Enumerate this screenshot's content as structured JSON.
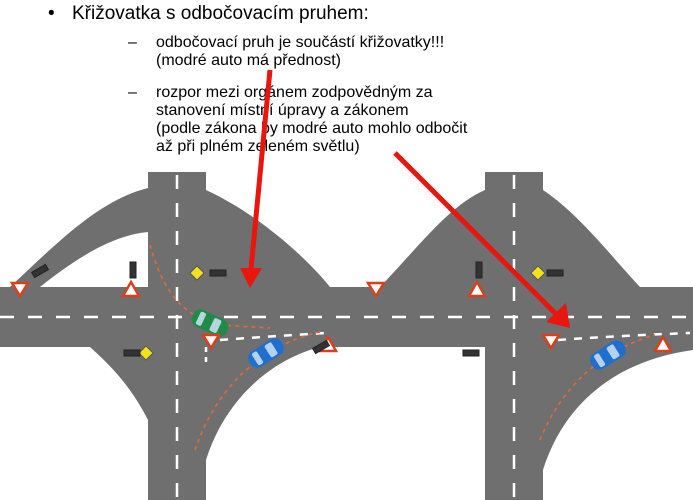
{
  "heading": {
    "bullet": "•",
    "text": "Křižovatka s odbočovacím pruhem:"
  },
  "points": [
    {
      "dash": "–",
      "lines": [
        "odbočovací pruh je součástí křižovatky!!!",
        "(modré auto má přednost)"
      ]
    },
    {
      "dash": "–",
      "lines": [
        "rozpor mezi orgánem zodpovědným za",
        "stanovení místní úpravy a zákonem",
        "(podle zákona by modré auto mohlo odbočit",
        "až při plném zeleném světlu)"
      ]
    }
  ],
  "colors": {
    "road": "#6f6f6f",
    "lane_marking": "#ffffff",
    "arrow": "#e8160c",
    "path_hint": "#e06a35",
    "car_blue": "#1f6fcf",
    "car_green": "#1f8a4a",
    "diamond_sign": "#f3e21b"
  }
}
